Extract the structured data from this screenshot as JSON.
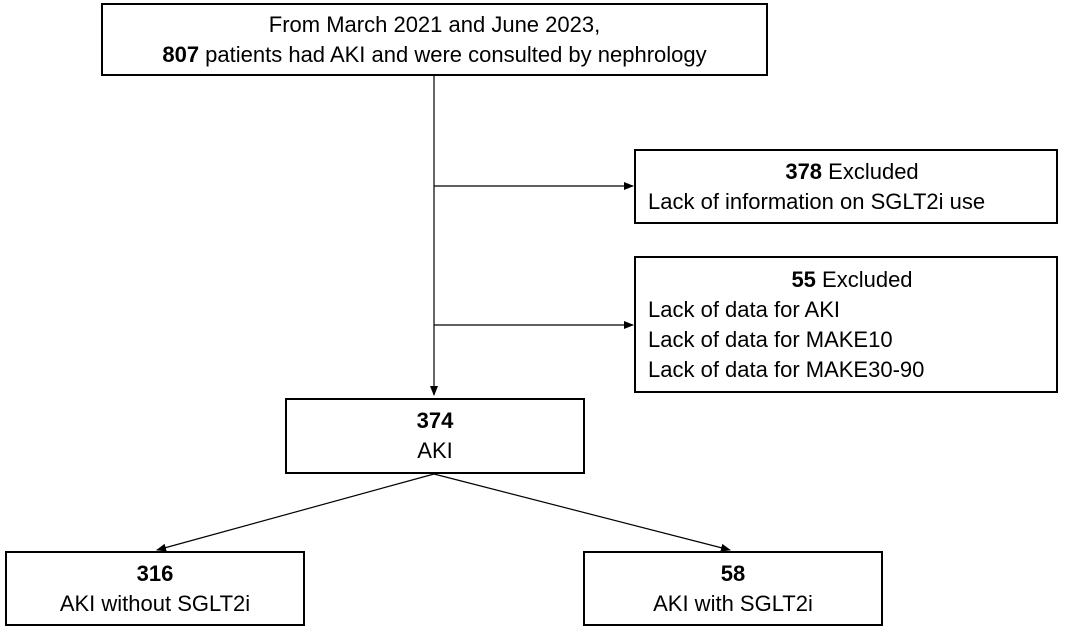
{
  "top_box": {
    "line1": "From March 2021 and June 2023,",
    "count": "807",
    "line2_rest": " patients had AKI and were consulted by nephrology"
  },
  "excluded_1": {
    "count": "378",
    "label": " Excluded",
    "reasons": [
      "Lack of information on SGLT2i use"
    ]
  },
  "excluded_2": {
    "count": "55",
    "label": " Excluded",
    "reasons": [
      "Lack of data for AKI",
      "Lack of data for MAKE10",
      "Lack of data for MAKE30-90"
    ]
  },
  "middle_box": {
    "count": "374",
    "label": "AKI"
  },
  "left_box": {
    "count": "316",
    "label": "AKI without SGLT2i"
  },
  "right_box": {
    "count": "58",
    "label": "AKI with SGLT2i"
  }
}
